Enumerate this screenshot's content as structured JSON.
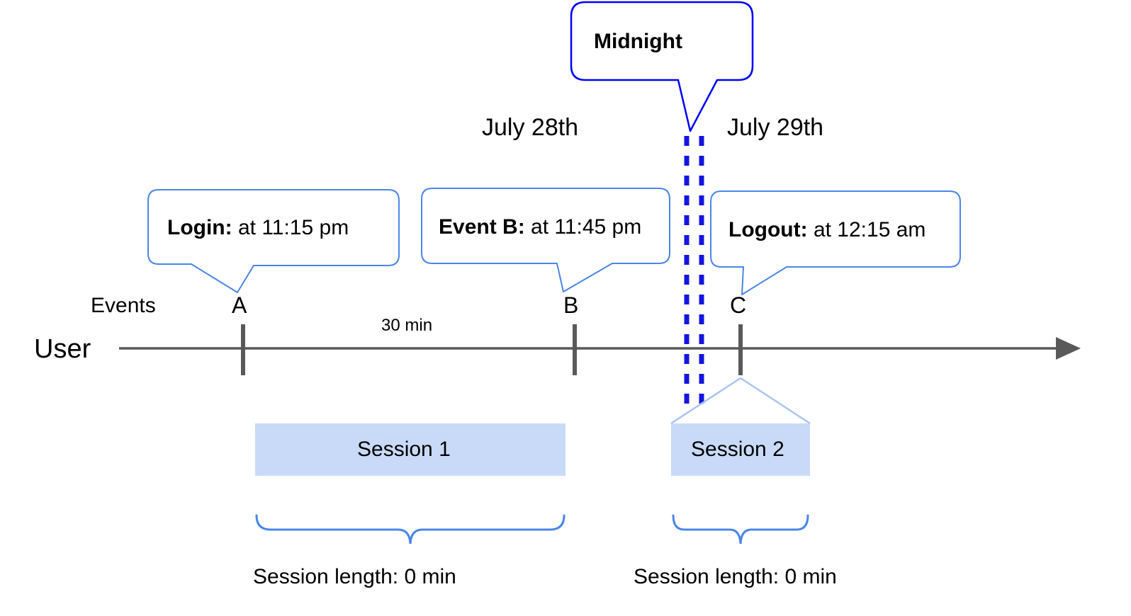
{
  "diagram": {
    "title_callout": {
      "label": "Midnight",
      "border_color": "#0000ff"
    },
    "dates": [
      {
        "label": "July 28th"
      },
      {
        "label": "July 29th"
      }
    ],
    "event_callouts": [
      {
        "name": "Login:",
        "detail": " at 11:15 pm"
      },
      {
        "name": "Event B:",
        "detail": " at 11:45 pm"
      },
      {
        "name": "Logout:",
        "detail": " at 12:15 am"
      }
    ],
    "axis": {
      "row_label": "User",
      "events_label": "Events"
    },
    "markers": [
      {
        "label": "A"
      },
      {
        "label": "B"
      },
      {
        "label": "C"
      }
    ],
    "gap_label": "30 min",
    "sessions": [
      {
        "label": "Session 1"
      },
      {
        "label": "Session 2"
      }
    ],
    "session_lengths": [
      {
        "label": "Session length: 0 min"
      },
      {
        "label": "Session length: 0 min"
      }
    ],
    "colors": {
      "callout_border": "#4a86e8",
      "midnight_border": "#0000ff",
      "midnight_dashed": "#1414e0",
      "session_fill": "#c9daf8",
      "session_edge": "#a8c4f0",
      "axis": "#595959",
      "marker": "#595959",
      "brace": "#4a86e8",
      "text": "#000000"
    }
  }
}
